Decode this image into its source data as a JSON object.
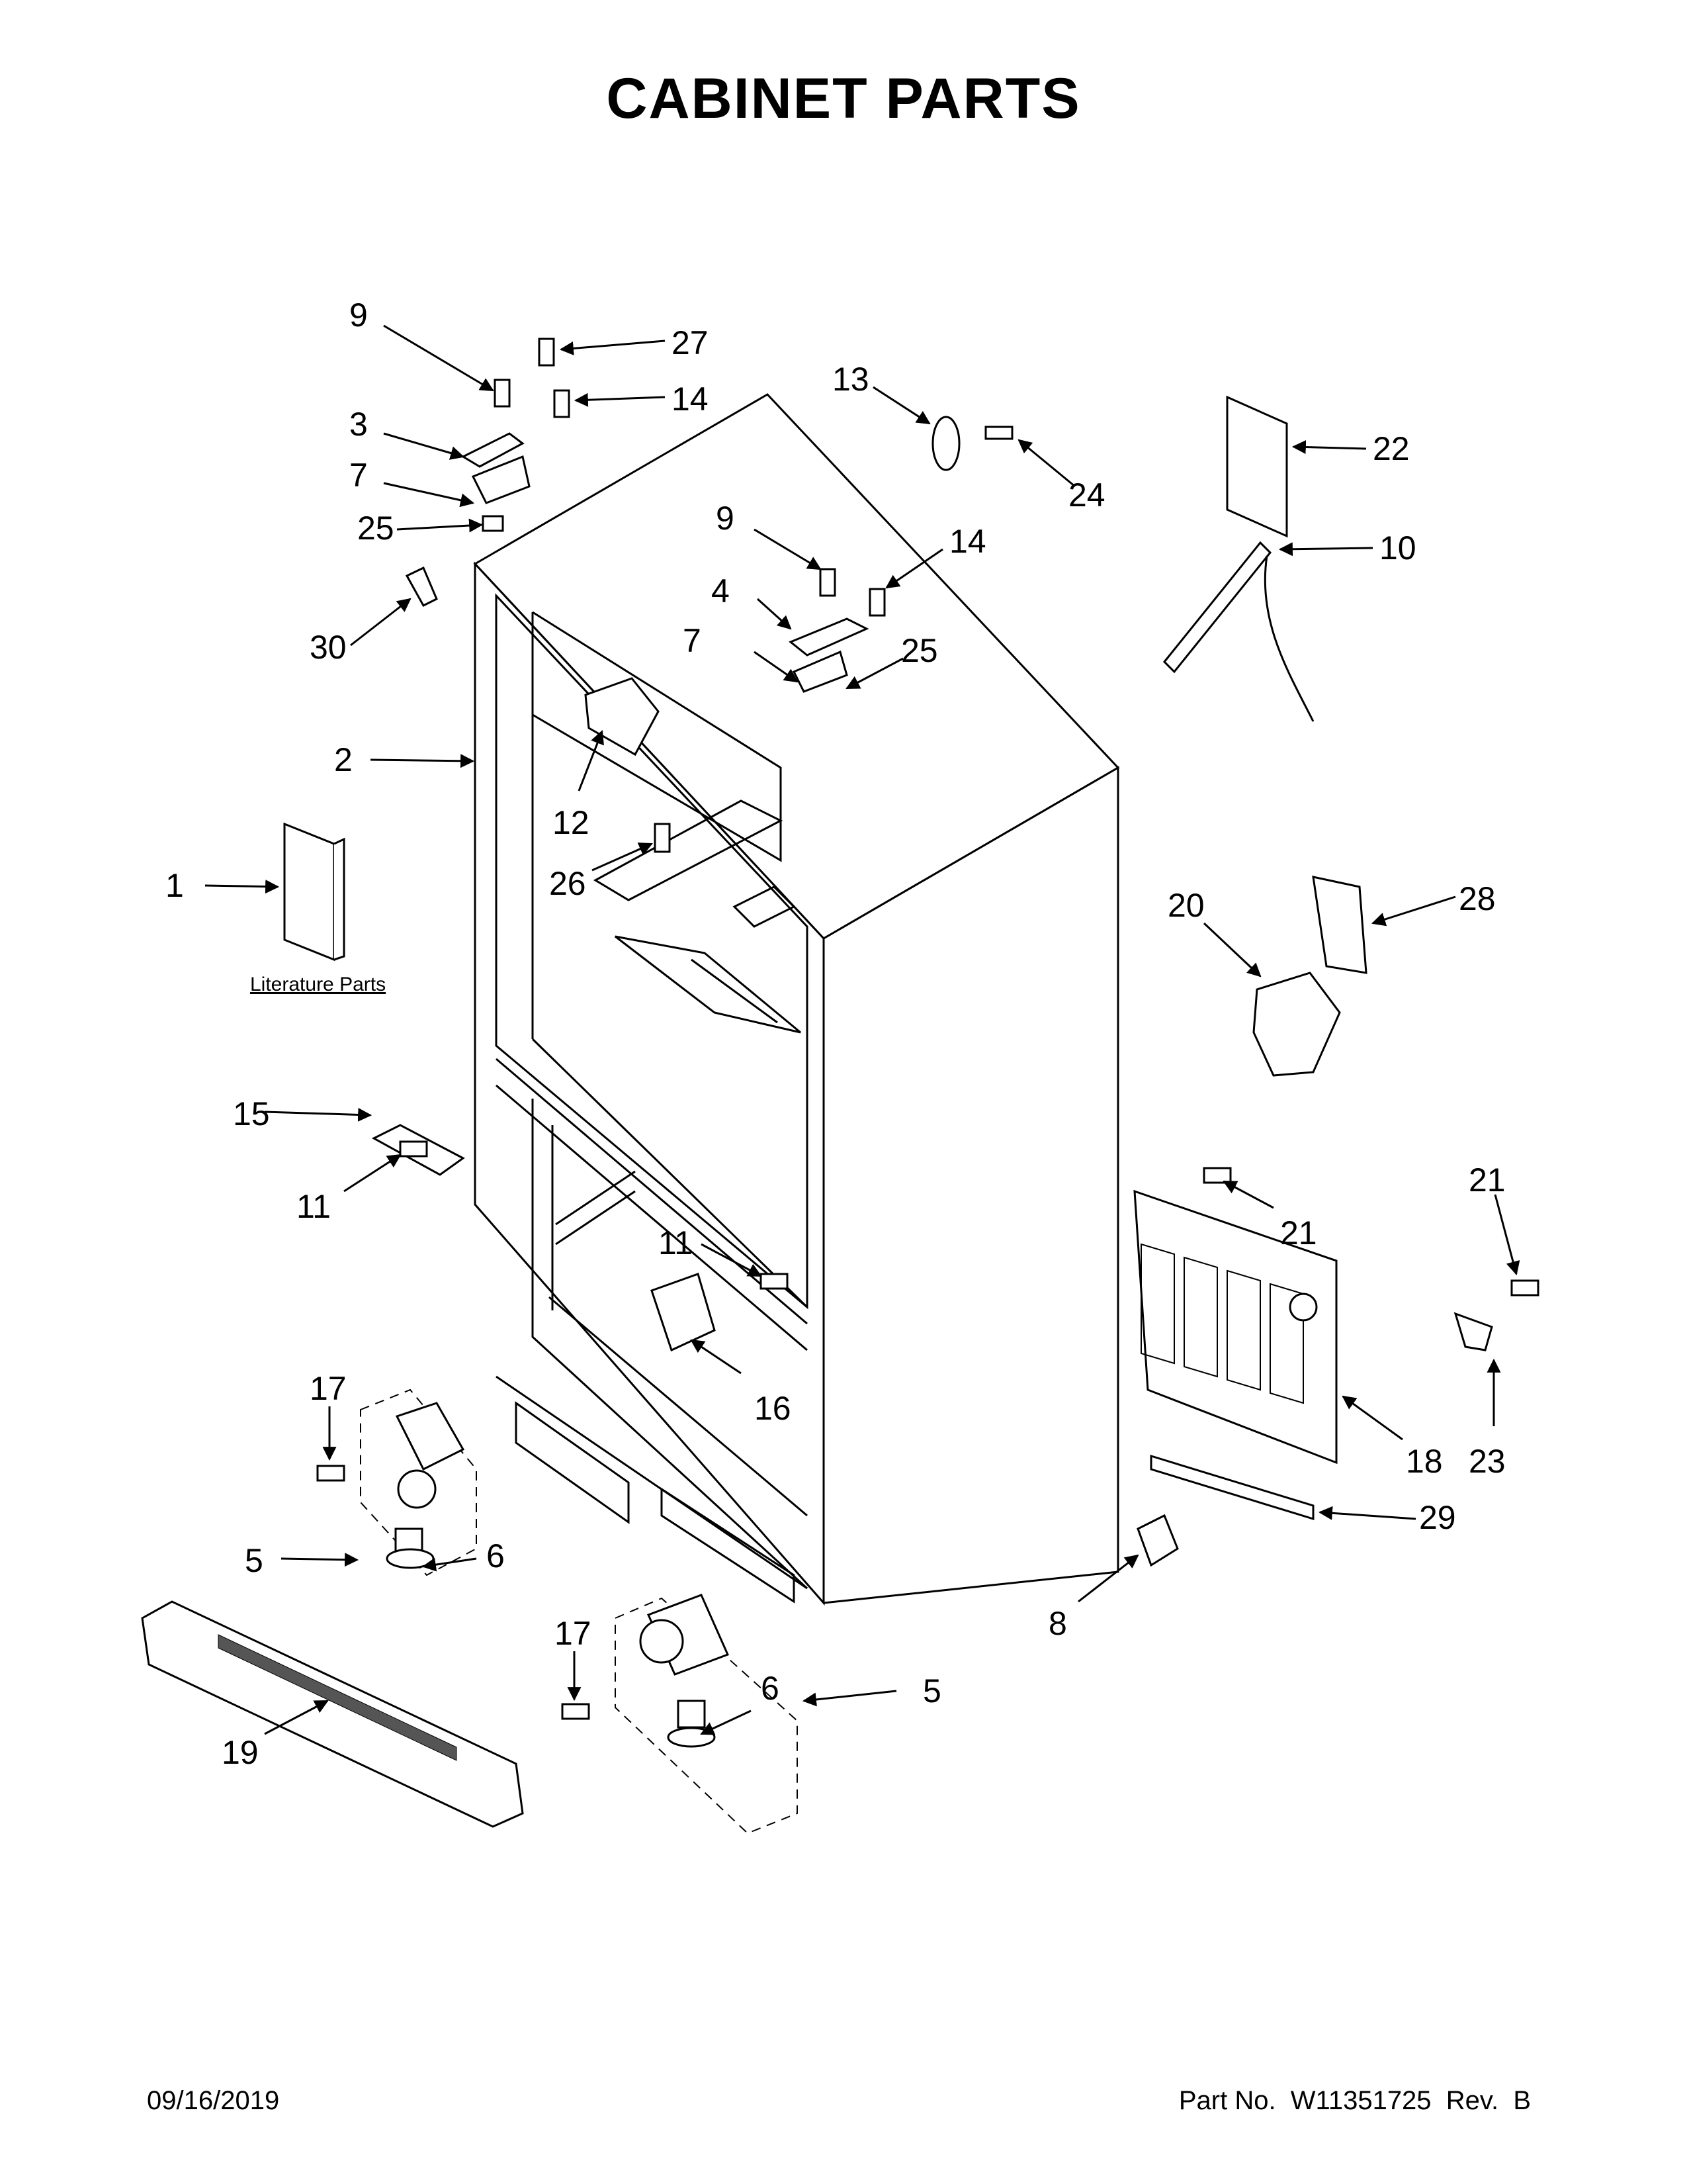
{
  "title": "CABINET PARTS",
  "footer": {
    "date": "09/16/2019",
    "part_label": "Part No.",
    "part_number": "W11351725",
    "rev_label": "Rev.",
    "rev": "B"
  },
  "literature_label": "Literature Parts",
  "callouts": [
    "9",
    "27",
    "14",
    "3",
    "7",
    "25",
    "30",
    "13",
    "24",
    "22",
    "9",
    "14",
    "4",
    "7",
    "25",
    "10",
    "2",
    "12",
    "26",
    "1",
    "20",
    "28",
    "15",
    "11",
    "11",
    "16",
    "21",
    "21",
    "17",
    "18",
    "23",
    "5",
    "6",
    "29",
    "8",
    "17",
    "6",
    "5",
    "19"
  ],
  "colors": {
    "ink": "#000000",
    "paper": "#ffffff"
  }
}
